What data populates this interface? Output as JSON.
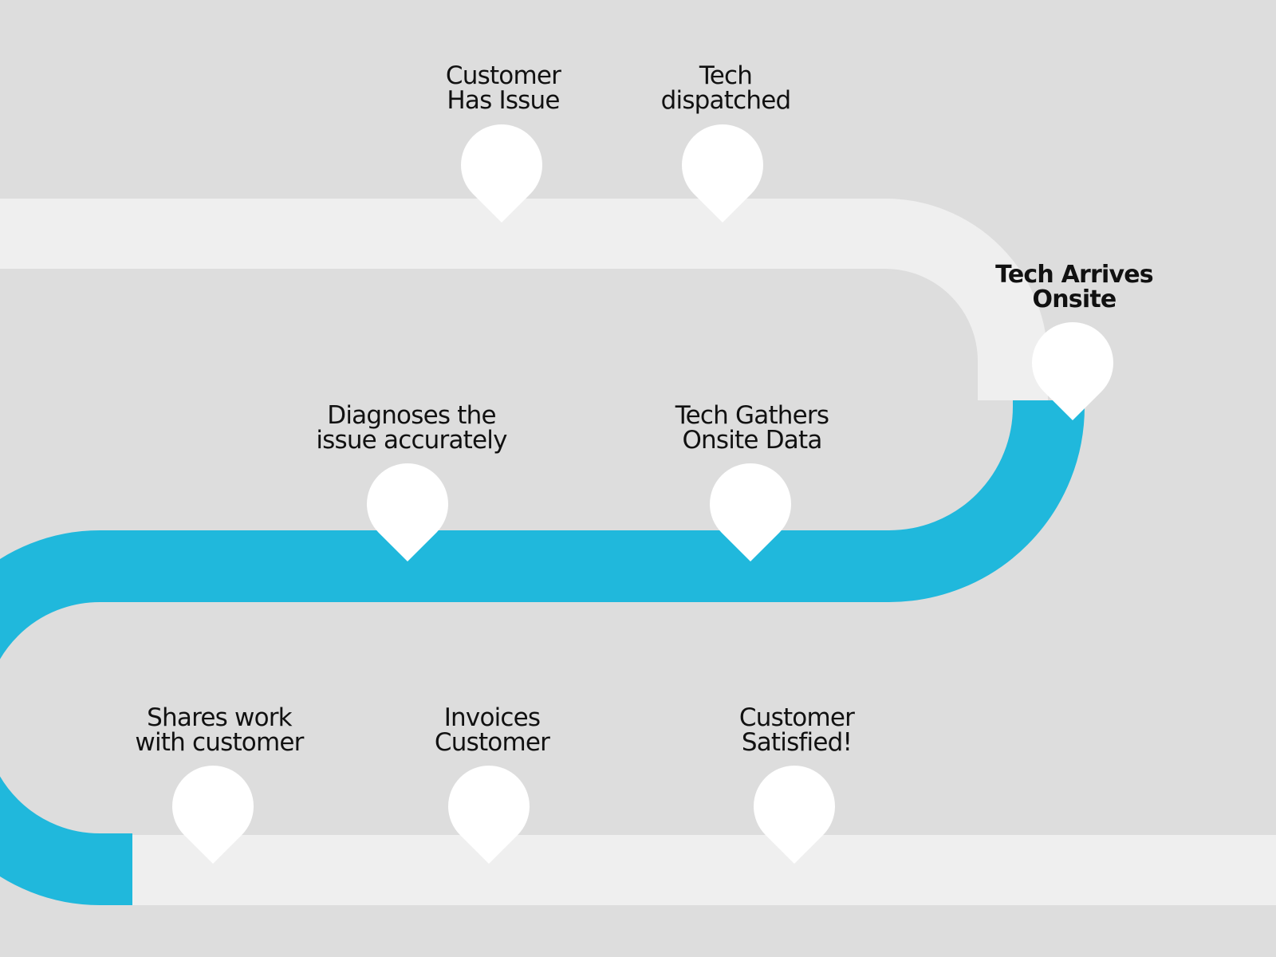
{
  "colors": {
    "background": "#dddddd",
    "road_pending": "#efefef",
    "road_active": "#20b8dc",
    "pin": "#ffffff",
    "label_text": "#111111"
  },
  "steps": [
    {
      "id": "customer-has-issue",
      "label": "Customer\nHas Issue",
      "state": "pending"
    },
    {
      "id": "tech-dispatched",
      "label": "Tech\ndispatched",
      "state": "pending"
    },
    {
      "id": "tech-arrives-onsite",
      "label": "Tech Arrives\nOnsite",
      "state": "current"
    },
    {
      "id": "tech-gathers-onsite-data",
      "label": "Tech Gathers\nOnsite Data",
      "state": "active"
    },
    {
      "id": "diagnoses-issue",
      "label": "Diagnoses the\nissue accurately",
      "state": "active"
    },
    {
      "id": "shares-work",
      "label": "Shares work\nwith customer",
      "state": "pending"
    },
    {
      "id": "invoices-customer",
      "label": "Invoices\nCustomer",
      "state": "pending"
    },
    {
      "id": "customer-satisfied",
      "label": "Customer\nSatisfied!",
      "state": "pending"
    }
  ]
}
